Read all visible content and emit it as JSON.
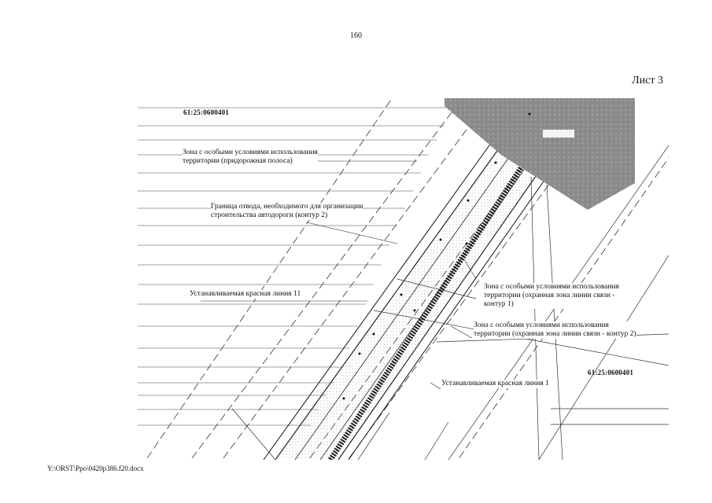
{
  "page": {
    "number": "160",
    "sheet": "Лист 3",
    "file_path": "Y:\\ORST\\Ppo\\0420p386.f20.docx"
  },
  "map": {
    "cadastral_top": "61:25:0600401",
    "cadastral_right": "61:25:0600401",
    "labels": {
      "zone_roadside_1": "Зона с особыми условиями использования",
      "zone_roadside_2": "территории (придорожная полоса)",
      "boundary_1": "Граница отвода, необходимого для организации",
      "boundary_2": "строительства автодороги (контур 2)",
      "red_line_11": "Устанавливаемая красная линия 11",
      "zone_comm1_1": "Зона с особыми условиями использования",
      "zone_comm1_2": "территории (охранная зона линии связи -",
      "zone_comm1_3": "контур 1)",
      "zone_comm2_1": "Зона с особыми условиями использования",
      "zone_comm2_2": "территории (охранная зона линии связи - контур 2)",
      "red_line_1": "Устанавливаемая красная линия 1"
    }
  },
  "colors": {
    "line": "#333333",
    "hatch": "#9a9a9a",
    "gray_block": "#8c8c8c",
    "road_dark": "#222222"
  }
}
